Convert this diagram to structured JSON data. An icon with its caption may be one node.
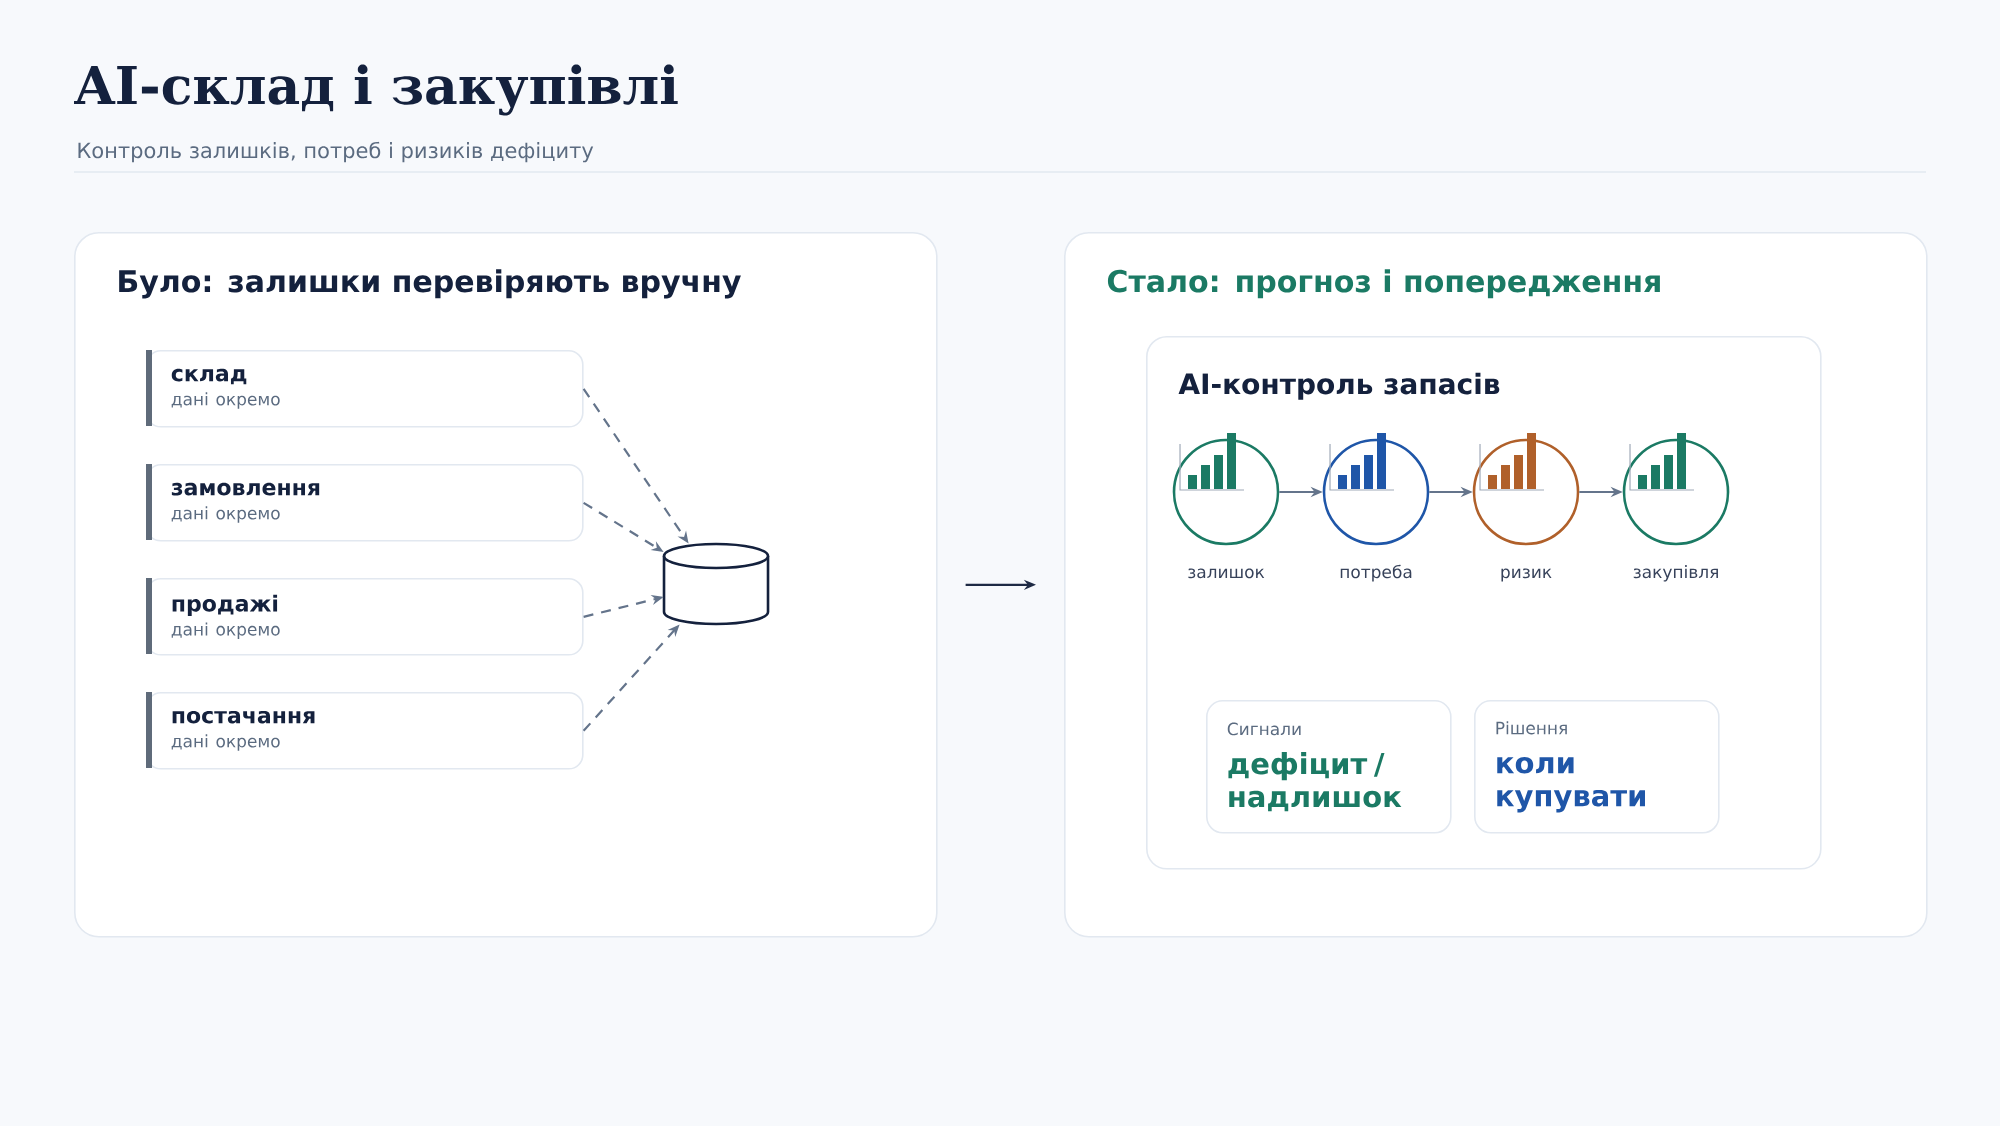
{
  "diagram": {
    "title": "AI-склад і закупівлі",
    "nodes": [
      {
        "text": [
          "Було: залишки перевіряють вручну"
        ]
      },
      {
        "text": [
          "склад",
          "дані окремо"
        ],
        "in": 0
      },
      {
        "text": [
          "замовлення",
          "дані окремо"
        ],
        "in": 0
      },
      {
        "text": [
          "продажі",
          "дані окремо"
        ],
        "in": 0
      },
      {
        "text": [
          "постачання",
          "дані окремо"
        ],
        "in": 0
      },
      {
        "text": [],
        "shape": "cylinder",
        "in": 0
      },
      {
        "text": [
          "Стало: прогноз і попередження"
        ]
      },
      {
        "text": [
          "AI-контроль запасів"
        ],
        "in": 6
      },
      {
        "text": [],
        "shape": "circle",
        "in": 7,
        "beside": [
          "залишок"
        ]
      },
      {
        "text": [],
        "shape": "circle",
        "in": 7,
        "beside": [
          "потреба"
        ]
      },
      {
        "text": [],
        "shape": "circle",
        "in": 7,
        "beside": [
          "ризик"
        ]
      },
      {
        "text": [],
        "shape": "circle",
        "in": 7,
        "beside": [
          "закупівля"
        ]
      },
      {
        "text": [
          "Сигнали",
          "дефіцит / надлишок"
        ],
        "in": 7
      },
      {
        "text": [
          "Рішення",
          "коли купувати"
        ],
        "in": 7
      }
    ],
    "edges": [
      {
        "from": 1,
        "to": 5,
        "arrow": "to",
        "style": "dashed"
      },
      {
        "from": 2,
        "to": 5,
        "arrow": "to",
        "style": "dashed"
      },
      {
        "from": 3,
        "to": 5,
        "arrow": "to",
        "style": "dashed"
      },
      {
        "from": 4,
        "to": 5,
        "arrow": "to",
        "style": "dashed"
      },
      {
        "from": 0,
        "to": 6,
        "arrow": "to",
        "color": "#1e2a44"
      },
      {
        "from": 8,
        "to": 9,
        "arrow": "to"
      },
      {
        "from": 9,
        "to": 10,
        "arrow": "to"
      },
      {
        "from": 10,
        "to": 11,
        "arrow": "to"
      }
    ],
    "labels": [
      "Контроль залишків, потреб і ризиків дефіциту"
    ]
  }
}
